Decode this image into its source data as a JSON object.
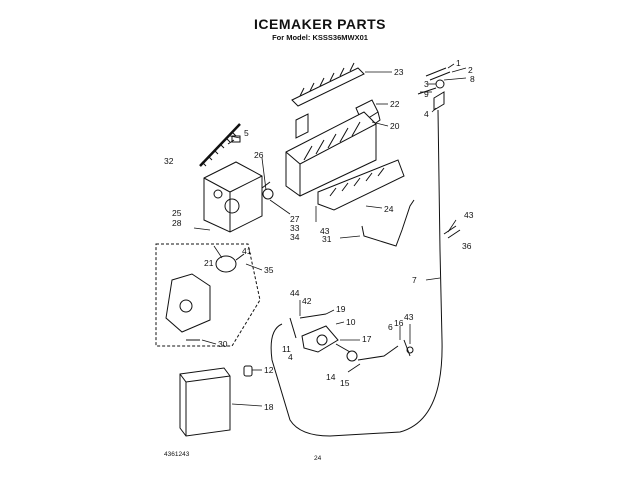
{
  "header": {
    "title": "ICEMAKER PARTS",
    "subtitle": "For Model: KSSS36MWX01"
  },
  "footer": {
    "doc_number": "4361243",
    "page_number": "24"
  },
  "callouts": [
    {
      "id": "c1",
      "label": "1"
    },
    {
      "id": "c2",
      "label": "2"
    },
    {
      "id": "c3",
      "label": "3"
    },
    {
      "id": "c8",
      "label": "8"
    },
    {
      "id": "c9",
      "label": "9"
    },
    {
      "id": "c4a",
      "label": "4"
    },
    {
      "id": "c23",
      "label": "23"
    },
    {
      "id": "c22",
      "label": "22"
    },
    {
      "id": "c20",
      "label": "20"
    },
    {
      "id": "c5",
      "label": "5"
    },
    {
      "id": "c32",
      "label": "32"
    },
    {
      "id": "c26",
      "label": "26"
    },
    {
      "id": "c25",
      "label": "25"
    },
    {
      "id": "c28",
      "label": "28"
    },
    {
      "id": "c27",
      "label": "27"
    },
    {
      "id": "c33",
      "label": "33"
    },
    {
      "id": "c34",
      "label": "34"
    },
    {
      "id": "c43a",
      "label": "43"
    },
    {
      "id": "c24",
      "label": "24"
    },
    {
      "id": "c31",
      "label": "31"
    },
    {
      "id": "c43b",
      "label": "43"
    },
    {
      "id": "c36",
      "label": "36"
    },
    {
      "id": "c41",
      "label": "41"
    },
    {
      "id": "c21",
      "label": "21"
    },
    {
      "id": "c35",
      "label": "35"
    },
    {
      "id": "c7",
      "label": "7"
    },
    {
      "id": "c44",
      "label": "44"
    },
    {
      "id": "c42",
      "label": "42"
    },
    {
      "id": "c19",
      "label": "19"
    },
    {
      "id": "c10",
      "label": "10"
    },
    {
      "id": "c6",
      "label": "6"
    },
    {
      "id": "c16",
      "label": "16"
    },
    {
      "id": "c43c",
      "label": "43"
    },
    {
      "id": "c11",
      "label": "11"
    },
    {
      "id": "c4b",
      "label": "4"
    },
    {
      "id": "c17",
      "label": "17"
    },
    {
      "id": "c14",
      "label": "14"
    },
    {
      "id": "c15",
      "label": "15"
    },
    {
      "id": "c30",
      "label": "30"
    },
    {
      "id": "c12",
      "label": "12"
    },
    {
      "id": "c18",
      "label": "18"
    }
  ]
}
